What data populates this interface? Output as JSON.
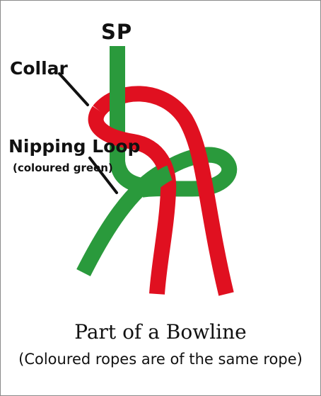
{
  "labels": {
    "standing_part": "SP",
    "collar": "Collar",
    "nipping_loop": "Nipping Loop",
    "nipping_loop_note": "(coloured green)"
  },
  "caption": {
    "title": "Part of a Bowline",
    "subtitle": "(Coloured ropes are of the same rope)"
  },
  "colors": {
    "green_rope": "#2a9a3c",
    "red_rope": "#e01020",
    "pointer_lines": "#111111"
  }
}
